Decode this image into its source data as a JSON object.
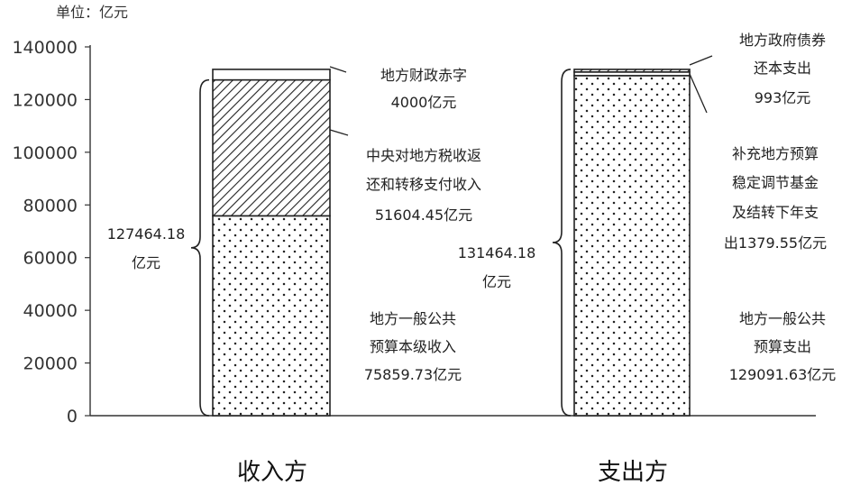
{
  "unit_label": "单位：亿元",
  "chart_data": {
    "type": "bar",
    "stacked": true,
    "categories": [
      "收入方",
      "支出方"
    ],
    "ylim": [
      0,
      140000
    ],
    "yticks": [
      0,
      20000,
      40000,
      60000,
      80000,
      100000,
      120000,
      140000
    ],
    "grid": false,
    "bars": [
      {
        "category": "收入方",
        "segments": [
          {
            "value": 75859.73,
            "pattern": "dots",
            "label_lines": [
              "地方一般公共",
              "预算本级收入",
              "75859.73亿元"
            ]
          },
          {
            "value": 51604.45,
            "pattern": "hatch",
            "label_lines": [
              "中央对地方税收返",
              "还和转移支付收入",
              "51604.45亿元"
            ]
          },
          {
            "value": 4000,
            "pattern": "blank",
            "label_lines": [
              "地方财政赤字",
              "4000亿元"
            ]
          }
        ],
        "brace_value": 127464.18,
        "brace_label_lines": [
          "127464.18",
          "亿元"
        ]
      },
      {
        "category": "支出方",
        "segments": [
          {
            "value": 129091.63,
            "pattern": "dots",
            "label_lines": [
              "地方一般公共",
              "预算支出",
              "129091.63亿元"
            ]
          },
          {
            "value": 1379.55,
            "pattern": "blank",
            "label_lines": [
              "补充地方预算",
              "稳定调节基金",
              "及结转下年支",
              "出1379.55亿元"
            ]
          },
          {
            "value": 993,
            "pattern": "hatch",
            "label_lines": [
              "地方政府债券",
              "还本支出",
              "993亿元"
            ]
          }
        ],
        "brace_value": 131464.18,
        "brace_label_lines": [
          "131464.18",
          "亿元"
        ]
      }
    ]
  }
}
